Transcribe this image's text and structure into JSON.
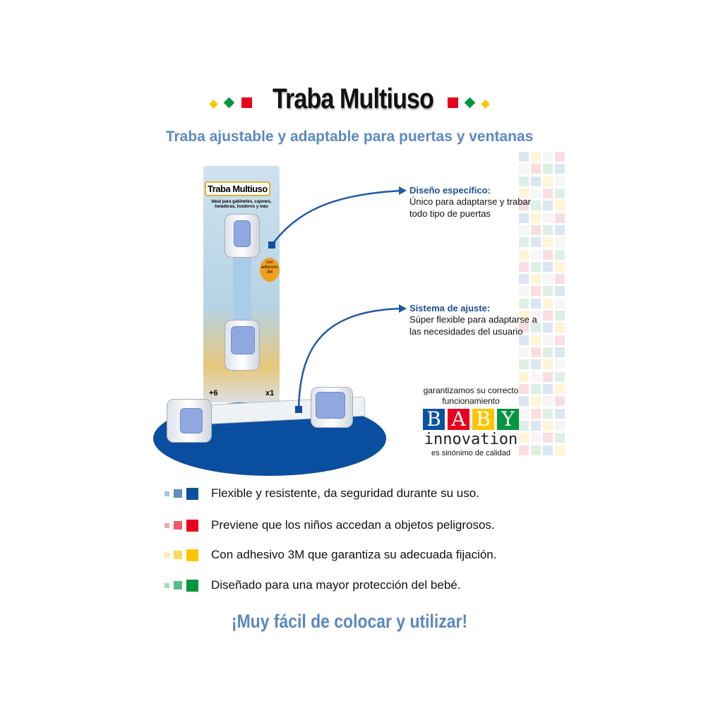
{
  "title": "Traba Multiuso",
  "subtitle": "Traba ajustable y adaptable para puertas y ventanas",
  "colors": {
    "blue": "#0a52a0",
    "red": "#e8001c",
    "yellow": "#ffc400",
    "green": "#00963f",
    "accent": "#5b8ac0"
  },
  "package": {
    "title": "Traba Multiuso",
    "subtitle": "Ideal para gabinetes, cajones, heladeras, inodoros y más",
    "badge": "con adhesivo 3M",
    "age": "+6",
    "count": "x1"
  },
  "callouts": [
    {
      "title": "Diseño específico:",
      "text": "Único para adaptarse y trabar todo tipo de puertas"
    },
    {
      "title": "Sistema de ajuste:",
      "text": "Súper flexible para adaptarse a las necesidades del usuario"
    }
  ],
  "brand": {
    "top": "garantizamos su correcto funcionamiento",
    "letters": [
      "B",
      "A",
      "B",
      "Y"
    ],
    "name": "innovation",
    "bottom": "es sinónimo de calidad"
  },
  "features": [
    {
      "text": "Flexible y resistente, da seguridad durante su uso.",
      "color": "#0a52a0"
    },
    {
      "text": "Previene que los niños accedan a objetos peligrosos.",
      "color": "#e8001c"
    },
    {
      "text": "Con adhesivo 3M que garantiza su adecuada fijación.",
      "color": "#ffc400"
    },
    {
      "text": "Diseñado para una mayor protección del bebé.",
      "color": "#00963f"
    }
  ],
  "slogan": "¡Muy fácil de colocar y utilizar!"
}
